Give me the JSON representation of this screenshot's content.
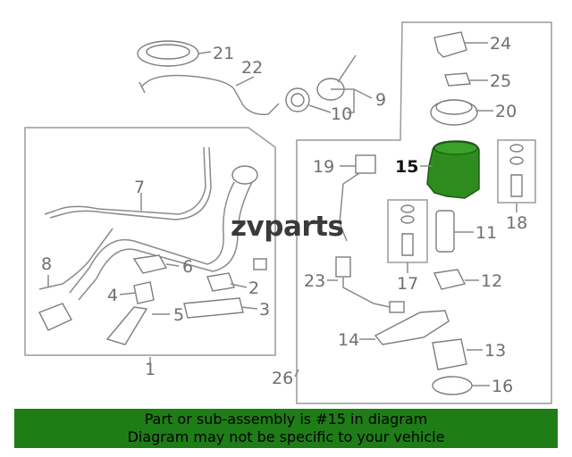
{
  "diagram": {
    "labels": {
      "l1": "1",
      "l2": "2",
      "l3": "3",
      "l4": "4",
      "l5": "5",
      "l6": "6",
      "l7": "7",
      "l8": "8",
      "l9": "9",
      "l10": "10",
      "l11": "11",
      "l12": "12",
      "l13": "13",
      "l14": "14",
      "l15": "15",
      "l16": "16",
      "l17": "17",
      "l18": "18",
      "l19": "19",
      "l20": "20",
      "l21": "21",
      "l22": "22",
      "l23": "23",
      "l24": "24",
      "l25": "25",
      "l26": "26"
    },
    "highlight_color": "#2e8b1e"
  },
  "watermark": {
    "text": "zvparts"
  },
  "banner": {
    "line1": "Part or sub-assembly is #15 in diagram",
    "line2": "Diagram may not be specific to your vehicle",
    "color": "#1e7d16"
  }
}
